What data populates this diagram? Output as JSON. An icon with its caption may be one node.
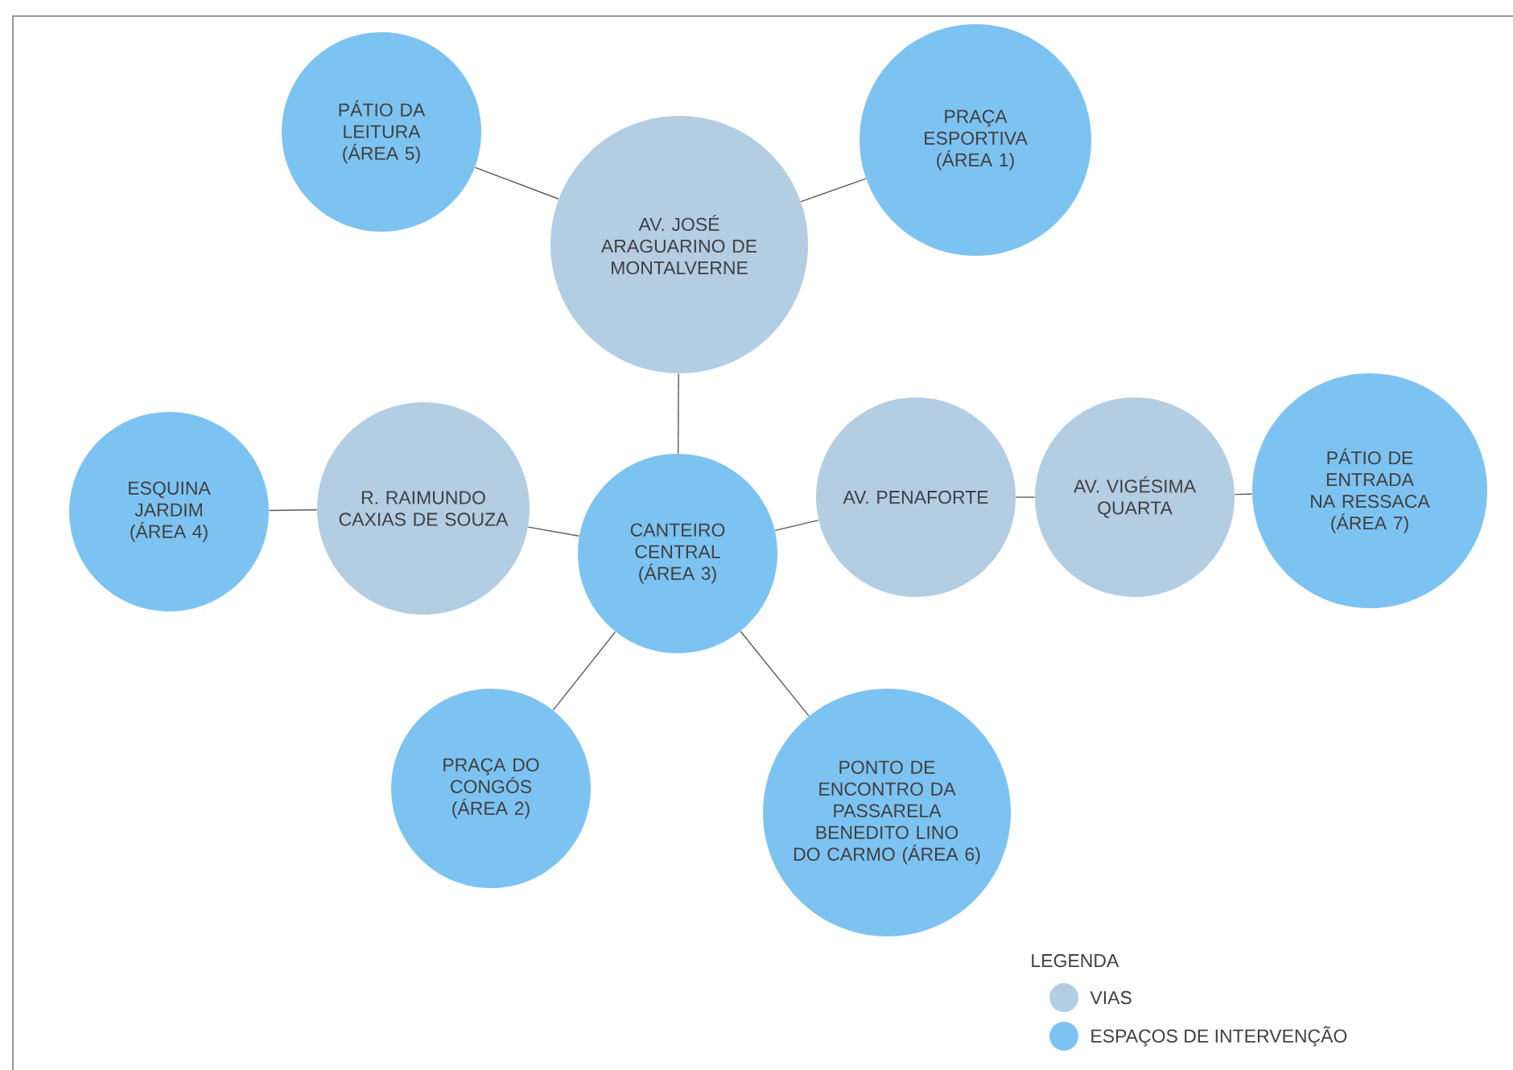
{
  "diagram": {
    "nodes": [
      {
        "text": [
          "PÁTIO DA LEITURA (ÁREA 5)"
        ]
      },
      {
        "text": [
          "AV. JOSÉ ARAGUARINO DE MONTALVERNE"
        ]
      },
      {
        "text": [
          "PRAÇA ESPORTIVA (ÁREA 1)"
        ]
      },
      {
        "text": [
          "ESQUINA JARDIM (ÁREA 4)"
        ]
      },
      {
        "text": [
          "R. RAIMUNDO CAXIAS DE SOUZA"
        ]
      },
      {
        "text": [
          "CANTEIRO CENTRAL (ÁREA 3)"
        ]
      },
      {
        "text": [
          "AV. PENAFORTE"
        ]
      },
      {
        "text": [
          "AV. VIGÉSIMA QUARTA"
        ]
      },
      {
        "text": [
          "PÁTIO DE ENTRADA NA RESSACA (ÁREA 7)"
        ]
      },
      {
        "text": [
          "PRAÇA DO CONGÓS (ÁREA 2)"
        ]
      },
      {
        "text": [
          "PONTO DE ENCONTRO DA PASSARELA BENEDITO LINO DO CARMO (ÁREA 6)"
        ]
      }
    ],
    "edges": [
      {
        "from": 0,
        "to": 1,
        "arrow": "none"
      },
      {
        "from": 1,
        "to": 2,
        "arrow": "none"
      },
      {
        "from": 1,
        "to": 5,
        "arrow": "none"
      },
      {
        "from": 3,
        "to": 4,
        "arrow": "none"
      },
      {
        "from": 4,
        "to": 5,
        "arrow": "none"
      },
      {
        "from": 5,
        "to": 6,
        "arrow": "none"
      },
      {
        "from": 6,
        "to": 7,
        "arrow": "none"
      },
      {
        "from": 7,
        "to": 8,
        "arrow": "none"
      },
      {
        "from": 5,
        "to": 9,
        "arrow": "none"
      },
      {
        "from": 5,
        "to": 10,
        "arrow": "none"
      }
    ],
    "labels": [
      "LEGENDA"
    ],
    "legend": [
      {
        "text": "VIAS",
        "color": "#b3cde3"
      },
      {
        "text": "ESPAÇOS DE INTERVENÇÃO",
        "color": "#7dc3f2"
      }
    ]
  }
}
